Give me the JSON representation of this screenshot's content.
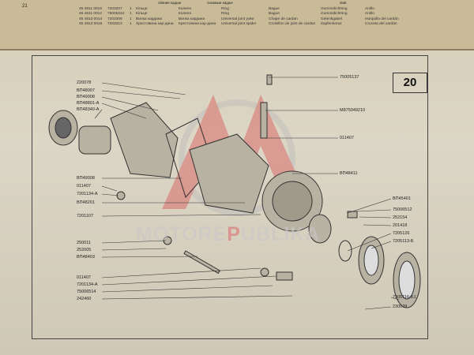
{
  "header": {
    "page_number": "21",
    "col_heads": [
      "сйяние кадше",
      "сисимые кадше",
      "stab"
    ],
    "catalog_numbers": [
      "45 4811 0016",
      "45 4811 0012",
      "45 4813 0014",
      "45 4813 0016"
    ],
    "part_numbers": [
      "7203207",
      "75005224",
      "7203309",
      "7203313"
    ],
    "quantities": [
      "1",
      "1",
      "1",
      "1"
    ],
    "ukrainian": [
      "Кільце",
      "Кільце",
      "Вилка кардана",
      "Хрестовина кар-дана"
    ],
    "bulgarian": [
      "Колело",
      "Колело",
      "Вилка кардана",
      "Крестовина кар-дана"
    ],
    "english": [
      "Ring",
      "Ring",
      "Universal joint yoke",
      "Universal joint spider"
    ],
    "french": [
      "Bague",
      "Bague",
      "Chape de cardan",
      "Croisillon de joint de cardan"
    ],
    "german": [
      "Gummidichtring",
      "Gummidichtring",
      "Gelenkgabel",
      "Zapfenkreuz"
    ],
    "spanish": [
      "Anillo",
      "Anillo",
      "Horquilla del cardán",
      "Cruceta del cardán"
    ]
  },
  "figure": {
    "number": "20",
    "left_labels": [
      "220078",
      "ВП48007",
      "ВП49008",
      "ВП48801-А",
      "ВП48340-А",
      "ВП49008",
      "011407",
      "7201134-А",
      "ВП48201",
      "7201107",
      "250011",
      "252005",
      "ВП48403",
      "011407",
      "7201134-А",
      "75006514",
      "242460"
    ],
    "right_labels": [
      "75005137",
      "М875049210",
      "011407",
      "ВП48411",
      "ВП45401",
      "75006512",
      "252154",
      "201418",
      "7205126",
      "7205113-Б",
      "7205116-Б1",
      "230078"
    ]
  },
  "watermark": {
    "text_a": "MOTORE",
    "text_b": "P",
    "text_c": "UBLIKA",
    "accent": "#d84040"
  }
}
